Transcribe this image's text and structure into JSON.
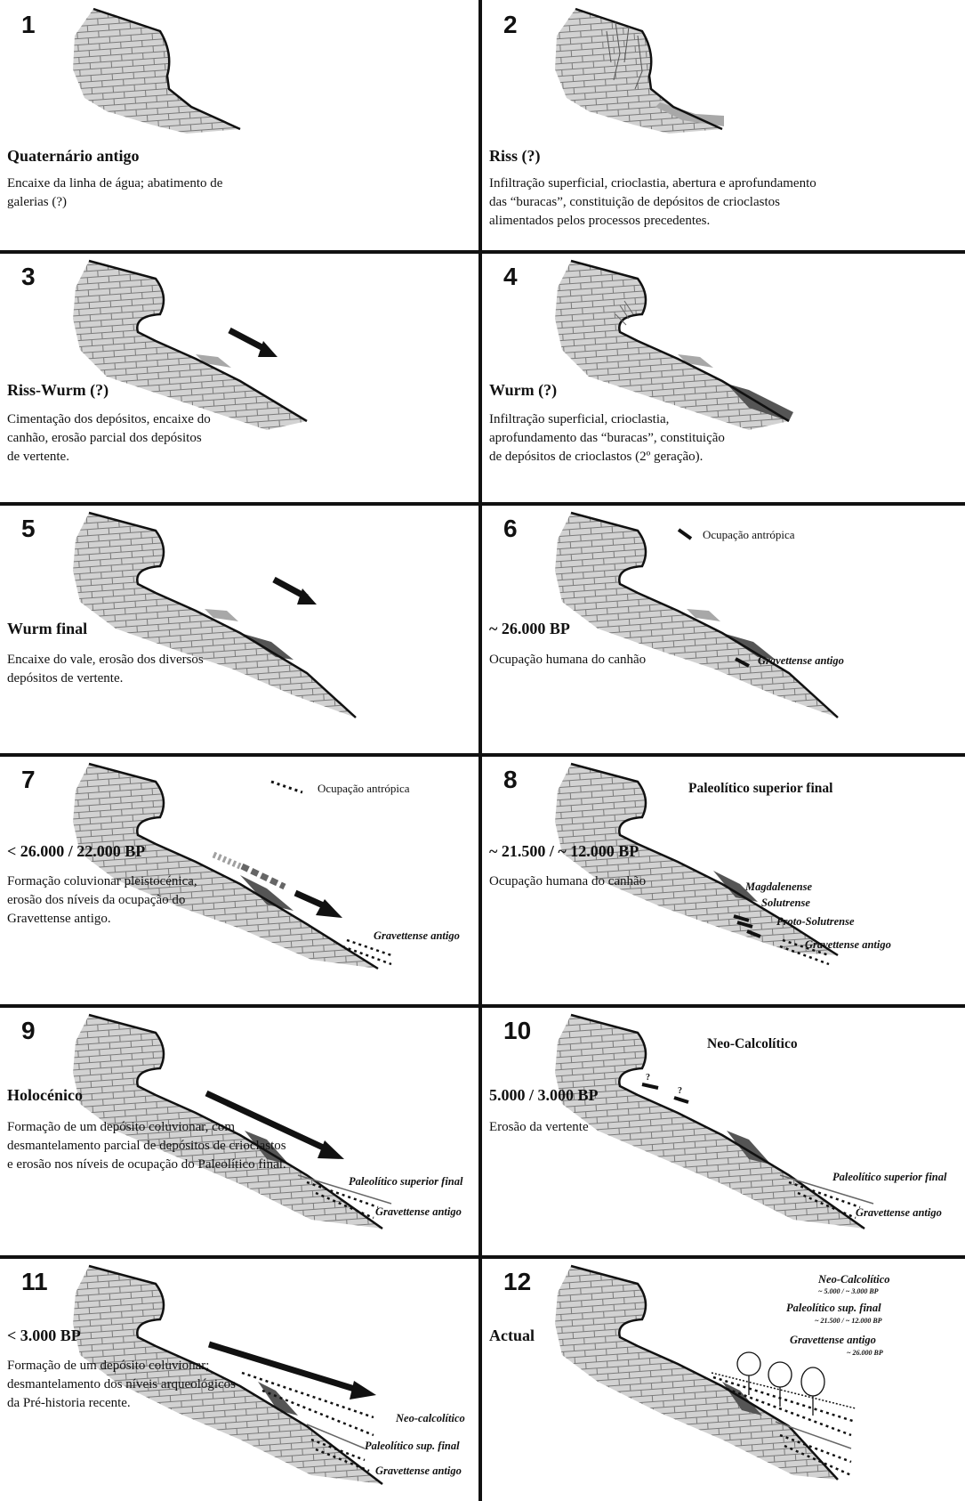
{
  "panels": [
    {
      "number": "1",
      "title": "Quaternário antigo",
      "description": "Encaixe da linha de água; abatimento de\ngalerias (?)"
    },
    {
      "number": "2",
      "title": "Riss (?)",
      "description": "Infiltração superficial, crioclastia, abertura e aprofundamento\ndas “buracas”, constituição de depósitos de crioclastos\nalimentados pelos processos precedentes."
    },
    {
      "number": "3",
      "title": "Riss-Wurm (?)",
      "description": "Cimentação dos depósitos, encaixe do\ncanhão, erosão parcial dos depósitos\nde vertente."
    },
    {
      "number": "4",
      "title": "Wurm (?)",
      "description": "Infiltração superficial, crioclastia,\naprofundamento das “buracas”, constituição\nde depósitos de crioclastos (2º geração)."
    },
    {
      "number": "5",
      "title": "Wurm final",
      "description": "Encaixe do vale, erosão dos diversos\ndepósitos de vertente."
    },
    {
      "number": "6",
      "title": "~ 26.000 BP",
      "description": "Ocupação humana do canhão",
      "legend": "Ocupação antrópica",
      "labels": [
        "Gravettense antigo"
      ]
    },
    {
      "number": "7",
      "title": "< 26.000 / 22.000 BP",
      "description": "Formação coluvionar pleistocénica,\nerosão dos níveis da ocupação do\nGravettense antigo.",
      "legend": "Ocupação antrópica",
      "labels": [
        "Gravettense antigo"
      ]
    },
    {
      "number": "8",
      "title": "~ 21.500 / ~ 12.000 BP",
      "description": "Ocupação humana do canhão",
      "heading": "Paleolítico superior final",
      "labels": [
        "Magdalenense",
        "Solutrense",
        "Proto-Solutrense",
        "Gravettense antigo"
      ]
    },
    {
      "number": "9",
      "title": "Holocénico",
      "description": "Formação de um depósito coluvionar, com\ndesmantelamento parcial de depósitos de crioclastos\ne erosão nos níveis de ocupação do Paleolítico final.",
      "labels": [
        "Paleolítico superior final",
        "Gravettense antigo"
      ]
    },
    {
      "number": "10",
      "title": "5.000 / 3.000 BP",
      "description": "Erosão da vertente",
      "heading": "Neo-Calcolítico",
      "labels": [
        "Paleolítico superior final",
        "Gravettense antigo"
      ],
      "marks": [
        "?",
        "?"
      ]
    },
    {
      "number": "11",
      "title": "< 3.000 BP",
      "description": "Formação de um depósito coluvionar;\ndesmantelamento dos níveis arqueológicos\nda Pré-historia recente.",
      "labels": [
        "Neo-calcolítico",
        "Paleolítico sup. final",
        "Gravettense antigo"
      ]
    },
    {
      "number": "12",
      "title": "Actual",
      "description": "",
      "labels": [
        "Neo-Calcolítico",
        "~ 5.000 / ~ 3.000 BP",
        "Paleolítico sup. final",
        "~ 21.500 / ~ 12.000 BP",
        "Gravettense antigo",
        "~ 26.000 BP"
      ]
    }
  ]
}
